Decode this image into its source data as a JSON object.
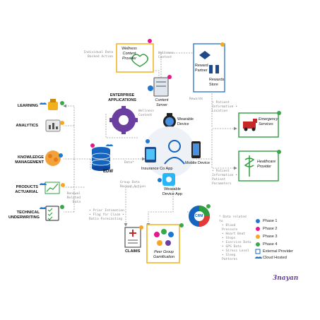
{
  "left_items": [
    {
      "label": "LEARNING",
      "phase": "4",
      "cloud": true
    },
    {
      "label": "ANALYTICS",
      "phase": "3",
      "cloud": false
    },
    {
      "label": "KNOWLEDGE MANAGEMENT",
      "phase": "1",
      "cloud": false
    },
    {
      "label": "PRODUCTS ACTUARIAL",
      "phase": "3",
      "cloud": true
    },
    {
      "label": "TECHNICAL UNDERWRITING",
      "phase": "4",
      "cloud": true
    }
  ],
  "nodes": {
    "edw": "EDW",
    "enterprise_apps": "ENTERPRISE APPLICATIONS",
    "wellness_provider": "Wellness Content Provider",
    "content_server": "Content Server",
    "reward_partner": "Reward Partner",
    "rewards_store": "Rewards Store",
    "wearable_device": "Wearable Device",
    "insurance_app": "Insurance Co App",
    "mobile_device": "Mobile Device",
    "wearable_device_app": "Wearable Device App",
    "emergency_services": "Emergency Services",
    "healthcare_provider": "Healthcare Provider",
    "claims": "CLAIMS",
    "peer_group": "Peer Group Gamification",
    "crm": "CRM"
  },
  "annotations": {
    "individual_data": "Individual Data Backed Action",
    "wellness_content_top": "Wellness Content",
    "wellness_content_mid": "Wellness Content",
    "rewards": "Rewards",
    "patient_info": "• Patient Information • Location",
    "data_star": "Data*",
    "patient_params": "• Patient Information • Patient Parameters",
    "group_data": "Group Data Backed Action",
    "renewal_data": "Renewal Related Data",
    "prior_intimation": "• Prior Intimation • Flag for Claim • Ratio Forecasting",
    "data_footnote_title": "* Data related to",
    "data_footnote_items": [
      "• Blood Pressure",
      "• Heart Beat",
      "• Steps",
      "• Exercise Data",
      "• GPS Data",
      "• Stress Level",
      "• Sleep Patterns"
    ]
  },
  "legend": [
    {
      "label": "Phase 1",
      "color": "#1f77d4",
      "num": "1"
    },
    {
      "label": "Phase 2",
      "color": "#e6178a",
      "num": "2"
    },
    {
      "label": "Phase 3",
      "color": "#f5a623",
      "num": "3"
    },
    {
      "label": "Phase 4",
      "color": "#3aa84a",
      "num": "4"
    },
    {
      "label": "External Provider",
      "color": "#ffffff",
      "num": ""
    },
    {
      "label": "Cloud Hosted",
      "color": "#ffffff",
      "num": ""
    }
  ],
  "brand": "3nayan",
  "colors": {
    "phase1": "#1f77d4",
    "phase2": "#e6178a",
    "phase3": "#f5a623",
    "phase4": "#3aa84a",
    "red": "#d32f2f",
    "green": "#2e9e3e",
    "yellow": "#f2b01e",
    "blue": "#1565c0",
    "gray": "#555555"
  }
}
